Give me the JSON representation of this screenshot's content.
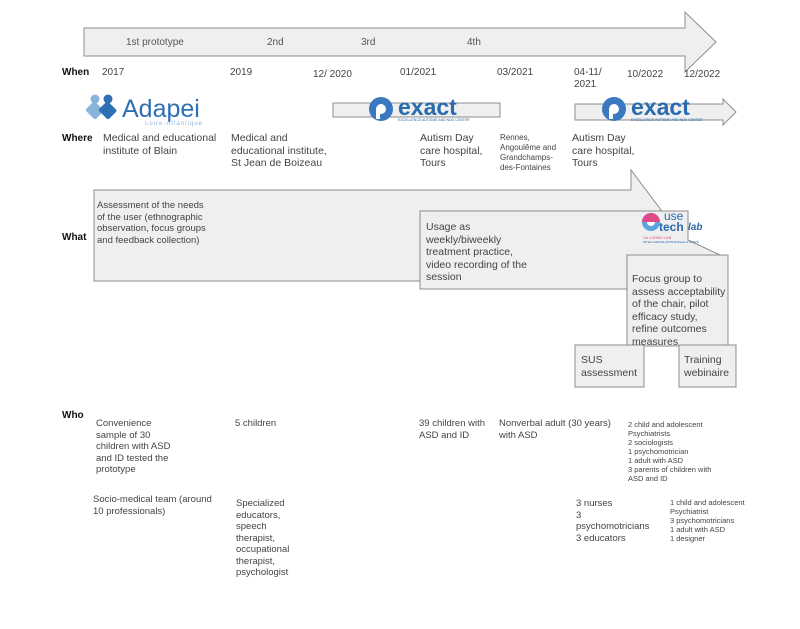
{
  "phases": [
    "1st prototype",
    "2nd",
    "3rd",
    "4th"
  ],
  "row_labels": {
    "when": "When",
    "where": "Where",
    "what": "What",
    "who": "Who"
  },
  "dates": [
    "2017",
    "2019",
    "12/ 2020",
    "01/2021",
    "03/2021",
    "04-11/ 2021",
    "10/2022",
    "12/2022"
  ],
  "logos": {
    "adapei": {
      "name": "Adapei",
      "sub": "Loire-Atlantique",
      "color": "#2f6fb3"
    },
    "exact": {
      "name": "exact",
      "sub": "EXCELLENCE AUTISME AND NDD CENTER",
      "color": "#2a6bb0"
    },
    "usetech": {
      "line1": "use",
      "line2": "tech",
      "suffix": "lab",
      "sub1": "1st LIVING LAB",
      "sub2": "INTELLIGENCE ARTIFICIELLE & SANTÉ"
    }
  },
  "where": [
    "Medical and educational institute of Blain",
    "Medical and educational institute, St Jean de Boizeau",
    "Autism Day care hospital, Tours",
    "Rennes, Angoulême and Grandchamps-des-Fontaines",
    "Autism Day care hospital, Tours"
  ],
  "what": {
    "assessment": "Assessment of the needs of the user (ethnographic observation, focus groups and feedback collection)",
    "usage": "Usage as weekly/biweekly treatment practice, video recording of the session",
    "focus": "Focus group to assess acceptability of the chair, pilot efficacy study, refine outcomes measures",
    "sus": "SUS assessment",
    "training": "Training webinaire"
  },
  "who": {
    "convenience": "Convenience sample of 30 children with ASD and ID tested the prototype",
    "socio_medical": "Socio-medical team (around 10 professionals)",
    "five_children": "5 children",
    "specialized": "Specialized educators, speech therapist, occupational therapist, psychologist",
    "thirtynine": "39 children with ASD and ID",
    "nonverbal": "Nonverbal adult (30 years) with ASD",
    "team_2021": [
      "3 nurses",
      "3 psychomotricians",
      "3 educators"
    ],
    "group_2022a": [
      "2 child and adolescent Psychiatrists",
      "2 sociologists",
      "1 psychomotrician",
      "1 adult with ASD",
      "3 parents of children with ASD and ID"
    ],
    "group_2022b": [
      "1 child and adolescent Psychiatrist",
      "3 psychomotricians",
      "1 adult with ASD",
      "1 designer"
    ]
  },
  "colors": {
    "arrow_fill": "#efefef",
    "arrow_stroke": "#8c8c8c",
    "text": "#444444"
  }
}
